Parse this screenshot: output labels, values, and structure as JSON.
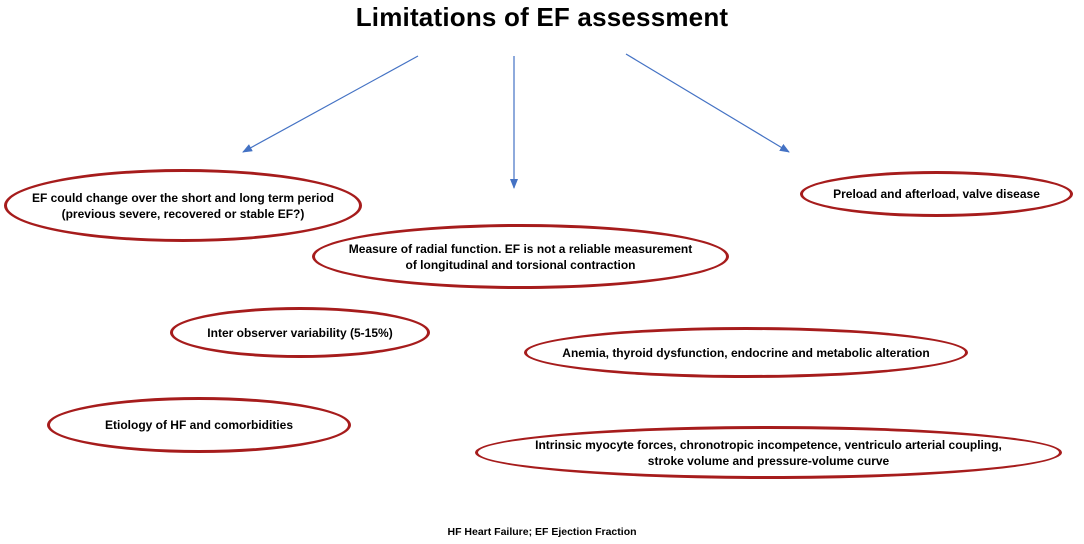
{
  "diagram": {
    "title": "Limitations of EF assessment",
    "arrow_color": "#4472c4",
    "ellipse_border_color": "#a61c1c",
    "nodes": [
      {
        "id": "short-long-term",
        "text": "EF could change over the short and long term period\n(previous severe, recovered or stable EF?)"
      },
      {
        "id": "radial-function",
        "text": "Measure of radial function. EF is not a reliable measurement\nof longitudinal and torsional contraction"
      },
      {
        "id": "preload-afterload",
        "text": "Preload and afterload, valve disease"
      },
      {
        "id": "inter-observer",
        "text": "Inter observer variability (5-15%)"
      },
      {
        "id": "anemia-thyroid",
        "text": "Anemia,  thyroid dysfunction,  endocrine and metabolic alteration"
      },
      {
        "id": "etiology",
        "text": "Etiology of HF and comorbidities"
      },
      {
        "id": "intrinsic-myocyte",
        "text": "Intrinsic myocyte forces, chronotropic incompetence, ventriculo arterial coupling,\nstroke volume and pressure-volume curve"
      }
    ],
    "footnote": "HF Heart Failure; EF Ejection Fraction"
  }
}
